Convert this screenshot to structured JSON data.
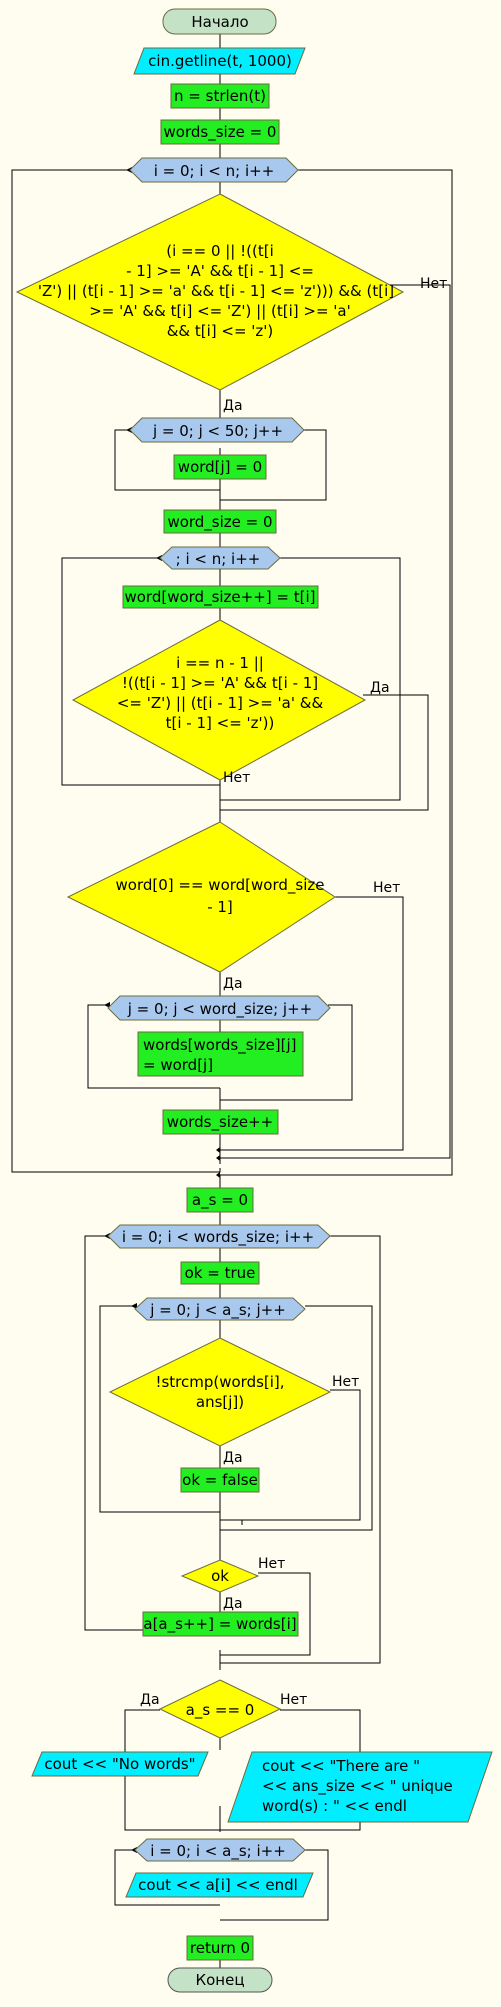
{
  "colors": {
    "background": "#FFFCF0",
    "terminator": "#C4E3C6",
    "io": "#00EEFF",
    "process": "#22EE22",
    "loop": "#A9C8EE",
    "decision": "#FFFF00"
  },
  "terminators": {
    "start": "Начало",
    "end": "Конец"
  },
  "io": {
    "input": "cin.getline(t, 1000)",
    "no_words": "cout << \"No words\"",
    "there_are": [
      "cout << \"There are \"",
      "<< ans_size << \" unique",
      "word(s) : \" << endl"
    ],
    "print_ans": "cout << a[i] << endl"
  },
  "process": {
    "n_strlen": "n = strlen(t)",
    "words_size_init": "words_size = 0",
    "word_j_zero": "word[j] = 0",
    "word_size_init": "word_size = 0",
    "word_append": "word[word_size++] = t[i]",
    "words_copy": [
      "words[words_size][j]",
      "= word[j]"
    ],
    "words_size_inc": "words_size++",
    "a_s_init": "a_s = 0",
    "ok_true": "ok = true",
    "ok_false": "ok = false",
    "ans_push": "a[a_s++] = words[i]",
    "return0": "return 0"
  },
  "loops": {
    "outer_i": "i = 0; i < n; i++",
    "j_50": "j = 0; j < 50; j++",
    "inner_i": "; i < n; i++",
    "j_word": "j = 0; j < word_size; j++",
    "i_words": "i = 0; i < words_size; i++",
    "j_as": "j = 0; j < a_s; j++",
    "i_as": "i = 0; i < a_s; i++"
  },
  "decisions": {
    "word_start": [
      "(i == 0 || !((t[i",
      "- 1] >= 'A' && t[i - 1] <=",
      "'Z') || (t[i - 1] >= 'a' && t[i - 1] <= 'z'))) && (t[i]",
      ">= 'A' && t[i] <= 'Z') || (t[i] >= 'a'",
      "&& t[i] <= 'z')"
    ],
    "word_end": [
      "i == n - 1 ||",
      "!((t[i - 1] >= 'A' && t[i - 1]",
      "<= 'Z') || (t[i - 1] >= 'a' &&",
      "t[i - 1] <= 'z'))"
    ],
    "word_cmp": [
      "word[0] == word[word_size",
      "- 1]"
    ],
    "strcmp": [
      "!strcmp(words[i],",
      "ans[j])"
    ],
    "ok": "ok",
    "a_s_zero": "a_s == 0"
  },
  "branch_labels": {
    "yes": "Да",
    "no": "Нет"
  }
}
